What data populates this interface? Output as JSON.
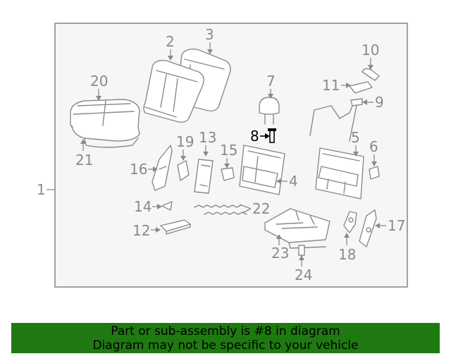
{
  "callouts": {
    "n1": "1",
    "n2": "2",
    "n3": "3",
    "n4": "4",
    "n5": "5",
    "n6": "6",
    "n7": "7",
    "n8": "8",
    "n9": "9",
    "n10": "10",
    "n11": "11",
    "n12": "12",
    "n13": "13",
    "n14": "14",
    "n15": "15",
    "n16": "16",
    "n17": "17",
    "n18": "18",
    "n19": "19",
    "n20": "20",
    "n21": "21",
    "n22": "22",
    "n23": "23",
    "n24": "24"
  },
  "highlighted_part": "8",
  "colors": {
    "line": "#8a8a8a",
    "highlight": "#000000",
    "banner_bg": "#1e7a10"
  },
  "banner": {
    "line1": "Part or sub-assembly is #8 in diagram",
    "line2": "Diagram may not be specific to your vehicle"
  }
}
